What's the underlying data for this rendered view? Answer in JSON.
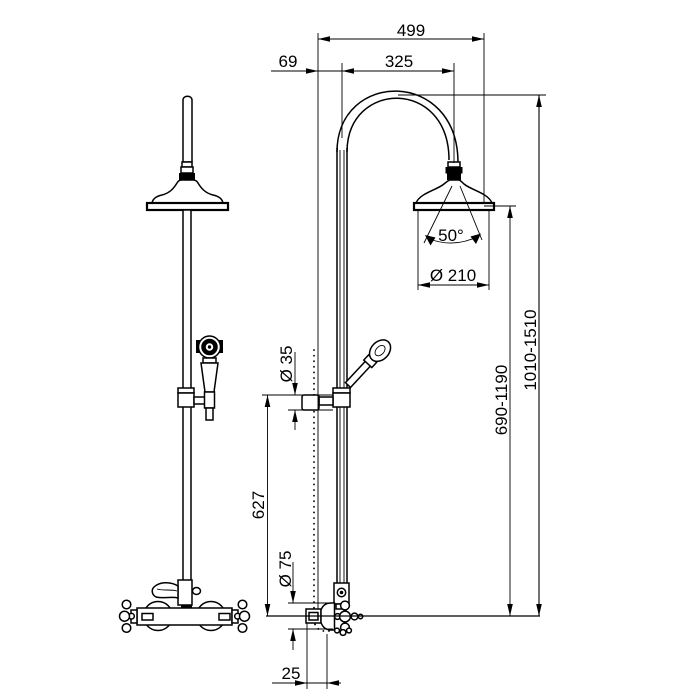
{
  "page": {
    "background": "#ffffff",
    "line_color": "#000000"
  },
  "dimensions": {
    "overall_projection": "499",
    "wall_to_riser": "69",
    "riser_to_head": "325",
    "spray_angle": "50°",
    "head_diameter": "Ø 210",
    "slider_holder_diameter": "Ø 35",
    "head_to_valve_range": "690-1190",
    "overall_height_range": "1010-1510",
    "holder_to_valve": "627",
    "escutcheon_diameter": "Ø 75",
    "wall_offset": "25"
  }
}
